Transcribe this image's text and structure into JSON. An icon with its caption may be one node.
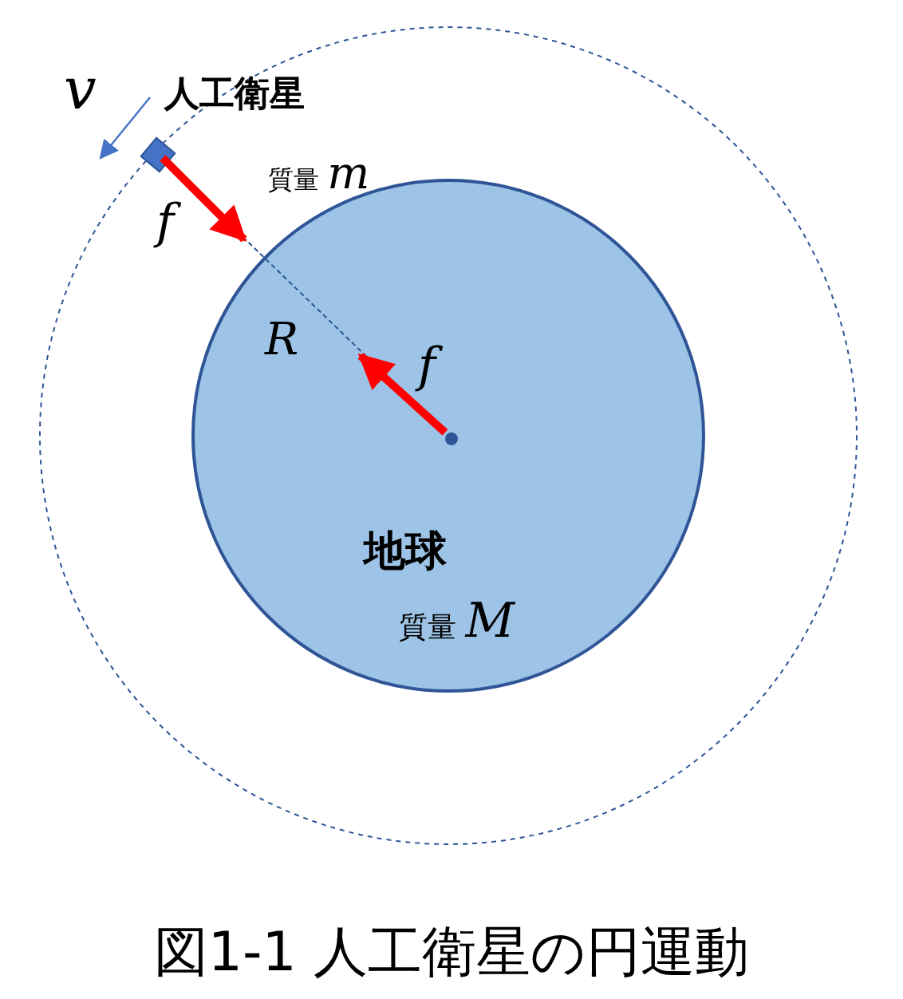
{
  "diagram": {
    "caption": "図1-1 人工衛星の円運動",
    "nodes": [
      {
        "text": [
          "地球",
          "質量 *M*"
        ]
      },
      {
        "text": [
          "人工衛星",
          "質量 *m*"
        ]
      },
      {
        "text": [],
        "shape": "circle",
        "in": 0
      }
    ],
    "edges": [
      {
        "from": 1,
        "to": 2,
        "arrow": "none",
        "style": "dashed",
        "label": "R"
      }
    ],
    "labels": [
      "v",
      "f",
      "f"
    ]
  }
}
